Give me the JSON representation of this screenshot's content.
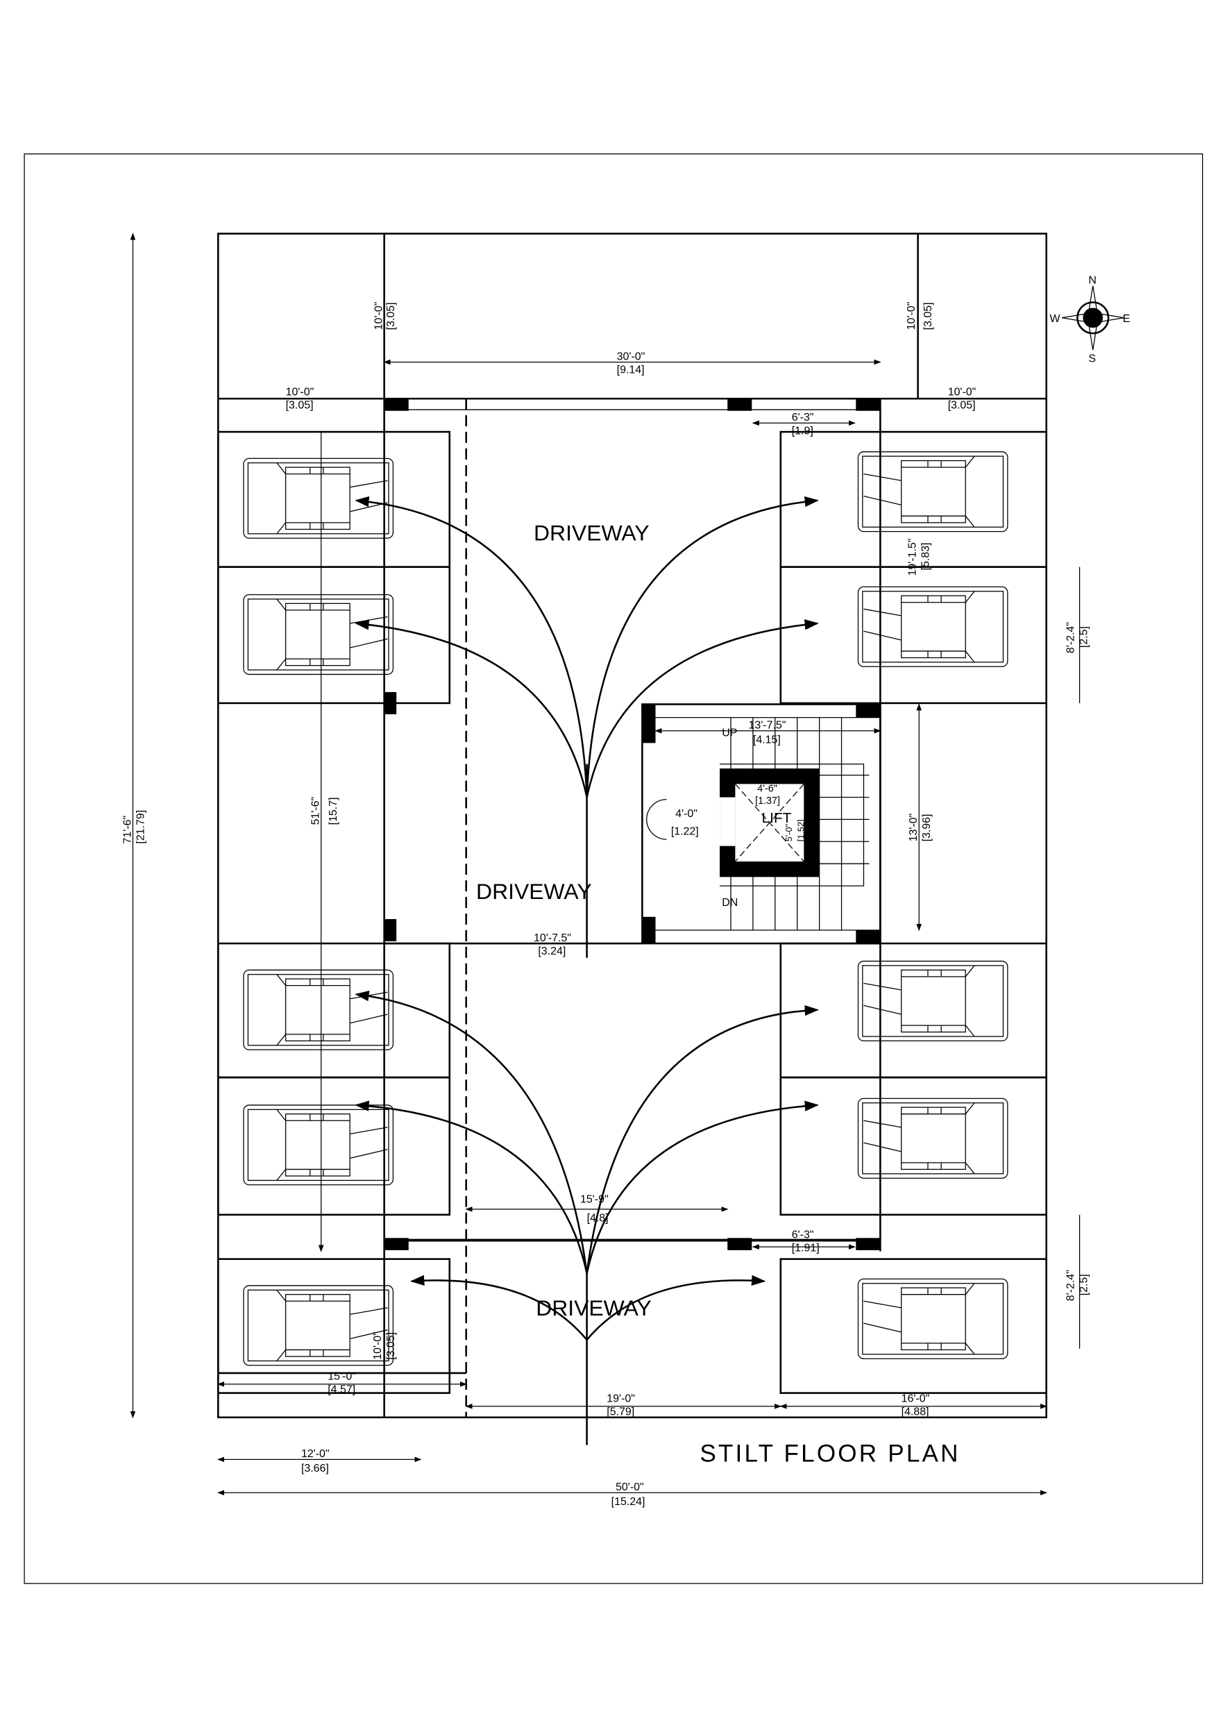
{
  "title": "STILT FLOOR PLAN",
  "labels": {
    "driveway_top": "DRIVEWAY",
    "driveway_mid": "DRIVEWAY",
    "driveway_bottom": "DRIVEWAY",
    "lift": "LIFT",
    "up": "UP",
    "dn": "DN"
  },
  "compass": {
    "n": "N",
    "s": "S",
    "e": "E",
    "w": "W"
  },
  "dimensions": {
    "overall_depth": [
      "71'-6\"",
      "[21.79]"
    ],
    "overall_width": [
      "50'-0\"",
      "[15.24]"
    ],
    "inner_depth": [
      "51'-6\"",
      "[15.7]"
    ],
    "front_left_setback": [
      "10'-0\"",
      "[3.05]"
    ],
    "front_right_setback": [
      "10'-0\"",
      "[3.05]"
    ],
    "front_width": [
      "30'-0\"",
      "[9.14]"
    ],
    "left_margin": [
      "10'-0\"",
      "[3.05]"
    ],
    "right_margin": [
      "10'-0\"",
      "[3.05]"
    ],
    "top_opening": [
      "6'-3\"",
      "[1.9]"
    ],
    "bottom_opening": [
      "6'-3\"",
      "[1.91]"
    ],
    "right_bay_depth": [
      "19'-1.5\"",
      "[5.83]"
    ],
    "stair_width": [
      "13'-7.5\"",
      "[4.15]"
    ],
    "stair_height": [
      "13'-0\"",
      "[3.96]"
    ],
    "lift_width": [
      "4'-6\"",
      "[1.37]"
    ],
    "lift_depth": [
      "5'-0\"",
      "[1.52]"
    ],
    "door_width": [
      "4'-0\"",
      "[1.22]"
    ],
    "driveway_mid": [
      "10'-7.5\"",
      "[3.24]"
    ],
    "driveway_bottom": [
      "15'-9\"",
      "[4.8]"
    ],
    "bay_width_1": [
      "8'-2.4\"",
      "[2.5]"
    ],
    "bay_width_2": [
      "8'-2.4\"",
      "[2.5]"
    ],
    "left_bay_length": [
      "10'-0\"",
      "[3.05]"
    ],
    "left_bottom": [
      "15'-0\"",
      "[4.57]"
    ],
    "mid_bottom": [
      "19'-0\"",
      "[5.79]"
    ],
    "right_bottom": [
      "16'-0\"",
      "[4.88]"
    ],
    "scale_bar": [
      "12'-0\"",
      "[3.66]"
    ]
  }
}
